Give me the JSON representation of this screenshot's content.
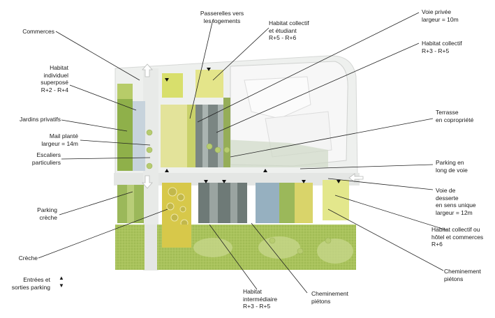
{
  "labels": {
    "commerces": "Commerces",
    "habitat_individuel": "Habitat\nindividuel\nsuperposé\nR+2 - R+4",
    "jardins": "Jardins privatifs",
    "mail": "Mail planté\nlargeur = 14m",
    "escaliers": "Escaliers\nparticuliers",
    "parking_creche": "Parking\ncrèche",
    "creche": "Crèche",
    "entrees": "Entrées et\nsorties parking",
    "passerelles": "Passerelles vers\nles logements",
    "habitat_collectif_etudiant": "Habitat collectif\net étudiant\nR+5 - R+6",
    "voie_privee": "Voie privée\nlargeur = 10m",
    "habitat_collectif": "Habitat collectif\nR+3 - R+5",
    "terrasse": "Terrasse\nen copropriété",
    "parking_voie": "Parking en\nlong de voie",
    "voie_desserte": "Voie de\ndesserte\nen sens unique\nlargeur = 12m",
    "habitat_hotel": "Habitat collectif ou\nhôtel et commerces\nR+6",
    "cheminement_1": "Cheminement\npiétons",
    "cheminement_2": "Cheminement\npiétons",
    "habitat_intermediaire": "Habitat\nintermédiaire\nR+3 - R+5"
  },
  "legend": {
    "up": "▲",
    "down": "▼"
  },
  "colors": {
    "lime": "#c9d96a",
    "yellow": "#e8e59a",
    "green": "#8fb04a",
    "blue_grey": "#9fb3c0",
    "dark_grey": "#6f7a78",
    "road": "#e4e6e4",
    "lawn": "#a7c25a"
  }
}
